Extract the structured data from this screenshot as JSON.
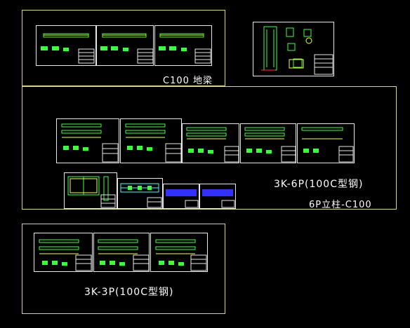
{
  "labels": {
    "ground_beam": "C100 地梁",
    "k6": "3K-6P(100C型钢)",
    "column": "6P立柱-C100",
    "k3": "3K-3P(100C型钢)"
  },
  "colors": {
    "background": "#000000",
    "frame": "#d8d87a",
    "sheet_border": "#e8e8e8",
    "drawing_green": "#3cff3c",
    "drawing_yellow": "#ffff40",
    "drawing_cyan": "#40ffff",
    "drawing_blue": "#3030ff",
    "drawing_red": "#ff3030"
  }
}
